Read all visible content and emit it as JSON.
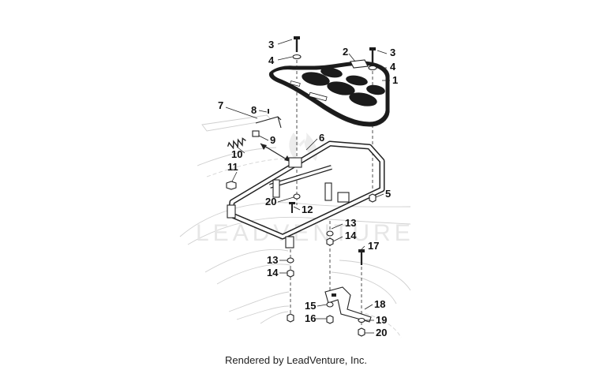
{
  "footer": {
    "text": "Rendered by LeadVenture, Inc."
  },
  "watermark": {
    "text": "LEADVENTURE"
  },
  "callouts": [
    {
      "id": "c3a",
      "label": "3"
    },
    {
      "id": "c4a",
      "label": "4"
    },
    {
      "id": "c2",
      "label": "2"
    },
    {
      "id": "c3b",
      "label": "3"
    },
    {
      "id": "c4b",
      "label": "4"
    },
    {
      "id": "c1",
      "label": "1"
    },
    {
      "id": "c7",
      "label": "7"
    },
    {
      "id": "c8",
      "label": "8"
    },
    {
      "id": "c9",
      "label": "9"
    },
    {
      "id": "c6",
      "label": "6"
    },
    {
      "id": "c10",
      "label": "10"
    },
    {
      "id": "c11",
      "label": "11"
    },
    {
      "id": "c5",
      "label": "5"
    },
    {
      "id": "c20a",
      "label": "20"
    },
    {
      "id": "c12",
      "label": "12"
    },
    {
      "id": "c13a",
      "label": "13"
    },
    {
      "id": "c14a",
      "label": "14"
    },
    {
      "id": "c17",
      "label": "17"
    },
    {
      "id": "c13b",
      "label": "13"
    },
    {
      "id": "c14b",
      "label": "14"
    },
    {
      "id": "c18",
      "label": "18"
    },
    {
      "id": "c15",
      "label": "15"
    },
    {
      "id": "c19",
      "label": "19"
    },
    {
      "id": "c16",
      "label": "16"
    },
    {
      "id": "c20b",
      "label": "20"
    }
  ]
}
